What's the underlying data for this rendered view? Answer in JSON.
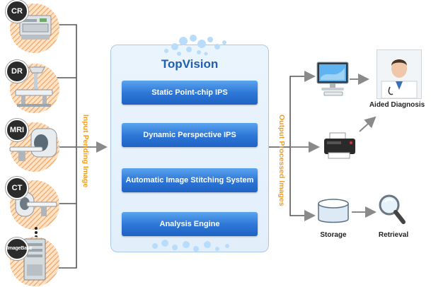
{
  "sources": [
    {
      "badge": "CR",
      "device": "cr-machine"
    },
    {
      "badge": "DR",
      "device": "dr-machine"
    },
    {
      "badge": "MRI",
      "device": "mri-scanner"
    },
    {
      "badge": "CT",
      "device": "ct-scanner"
    },
    {
      "badge": "ImageBase",
      "device": "image-server"
    }
  ],
  "input_label": "Input  Pending Image",
  "output_label": "Output  Processed Images",
  "system": {
    "title": "TopVision",
    "modules": [
      "Static Point-chip IPS",
      "Dynamic Perspective IPS",
      "Automatic Image Stitching System",
      "Analysis Engine"
    ]
  },
  "outputs": {
    "aided_diagnosis": "Aided Diagnosis",
    "storage": "Storage",
    "retrieval": "Retrieval"
  },
  "colors": {
    "accent_orange": "#f39c1c",
    "module_blue": "#2f78d8",
    "title_blue": "#1f5fb2",
    "connector_gray": "#555555"
  },
  "icons": [
    "monitor-icon",
    "printer-icon",
    "doctor-icon",
    "storage-icon",
    "magnifier-icon"
  ]
}
